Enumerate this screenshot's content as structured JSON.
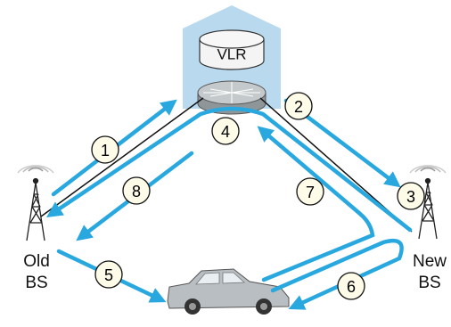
{
  "diagram": {
    "vlr_label": "VLR",
    "old_bs": {
      "line1": "Old",
      "line2": "BS"
    },
    "new_bs": {
      "line1": "New",
      "line2": "BS"
    },
    "steps": [
      "1",
      "2",
      "3",
      "4",
      "5",
      "6",
      "7",
      "8"
    ],
    "colors": {
      "arrow": "#29a8e0",
      "msc_building": "#b8d9ee",
      "circle_fill": "#fefbe8",
      "router": "#c4c9cc",
      "car": "#b9bec2"
    }
  }
}
